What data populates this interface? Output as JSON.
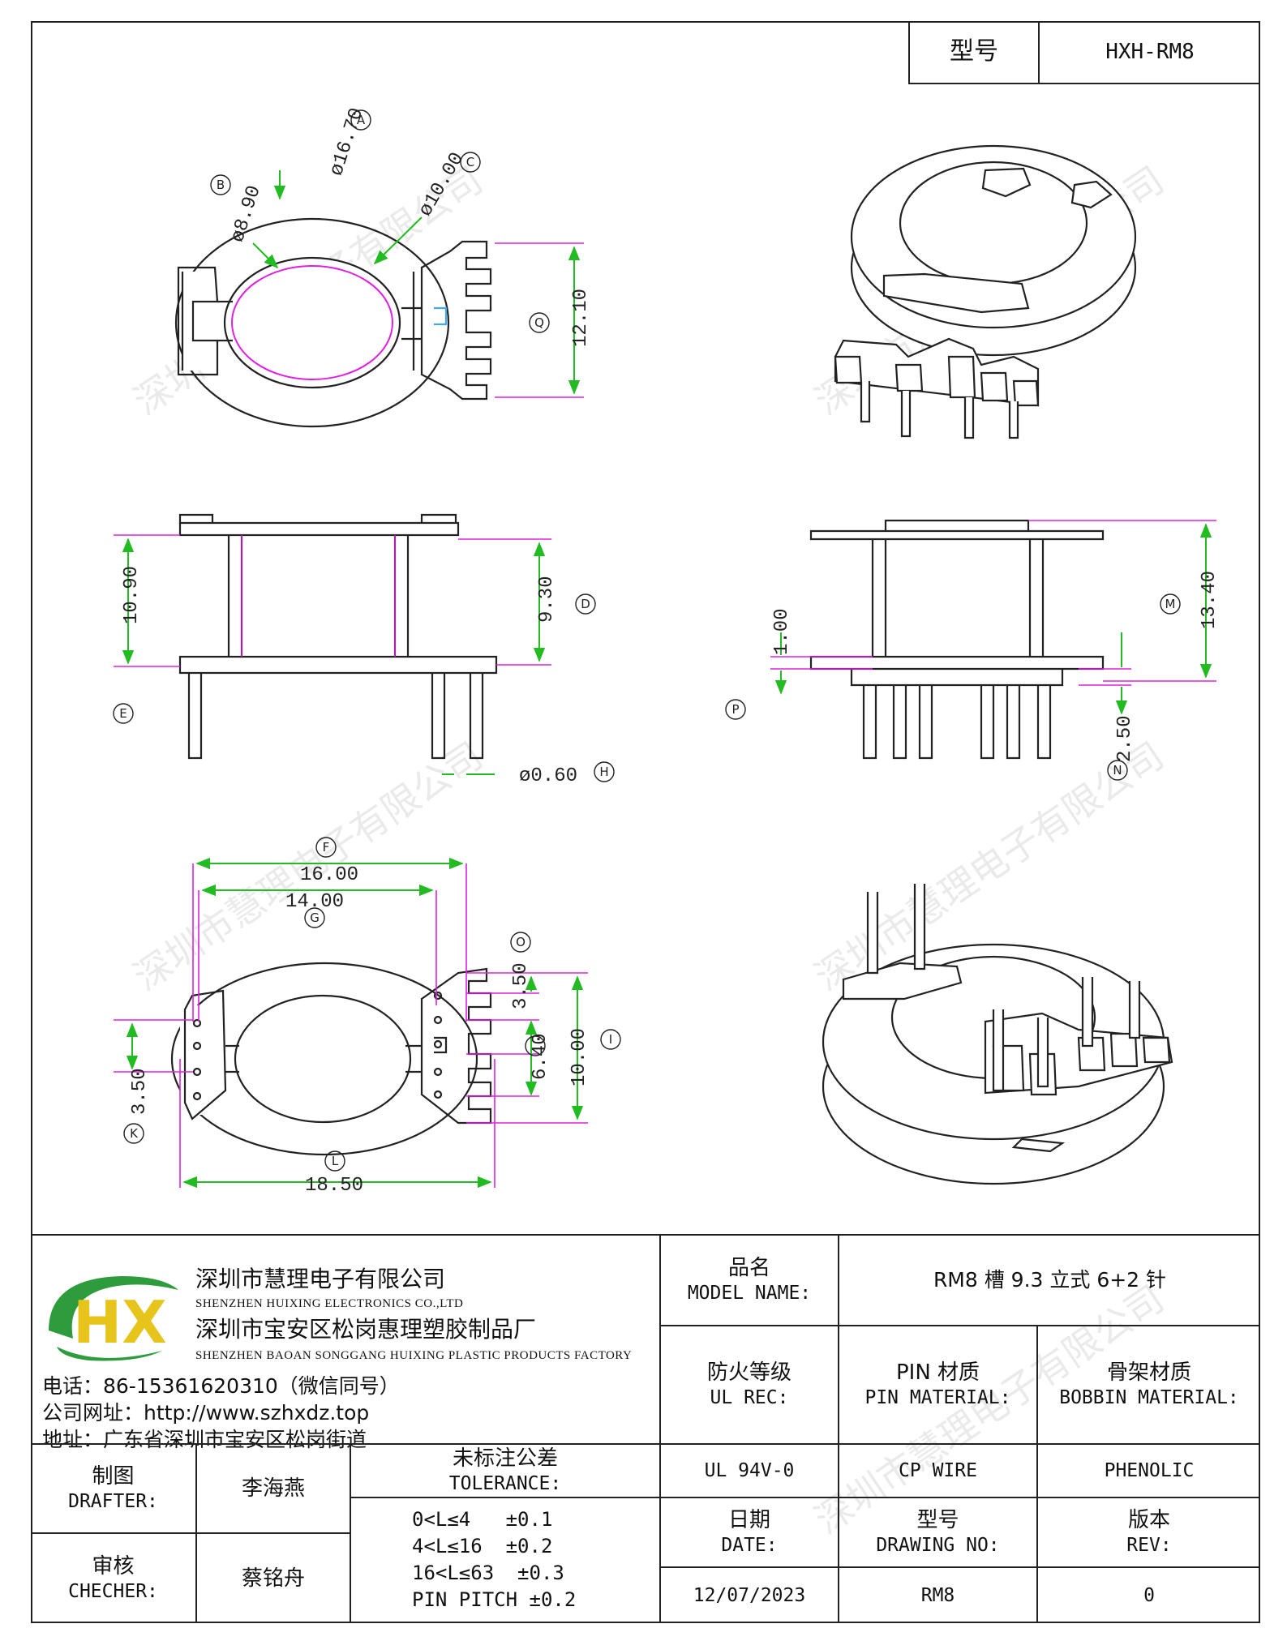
{
  "header": {
    "model_label": "型号",
    "model_value": "HXH-RM8"
  },
  "watermark": "深圳市慧理电子有限公司",
  "drawing": {
    "callouts": {
      "A": "A",
      "B": "B",
      "C": "C",
      "D": "D",
      "E": "E",
      "F": "F",
      "G": "G",
      "H": "H",
      "I": "I",
      "K": "K",
      "L": "L",
      "M": "M",
      "N": "N",
      "O": "O",
      "P": "P",
      "Q": "Q"
    },
    "dims": {
      "A": "ø16.70",
      "B": "ø8.90",
      "C": "ø10.00",
      "Q": "12.10",
      "E": "10.90",
      "D": "9.30",
      "H": "ø0.60",
      "P": "1.00",
      "M": "13.40",
      "N": "2.50",
      "F": "16.00",
      "G": "14.00",
      "O": "3.50",
      "J": "6.40",
      "I": "10.00",
      "K": "3.50",
      "L": "18.50"
    }
  },
  "company": {
    "name_cn": "深圳市慧理电子有限公司",
    "name_en": "SHENZHEN HUIXING ELECTRONICS CO.,LTD",
    "factory_cn": "深圳市宝安区松岗惠理塑胶制品厂",
    "factory_en": "SHENZHEN BAOAN SONGGANG HUIXING PLASTIC PRODUCTS FACTORY",
    "phone": "电话：86-15361620310（微信同号）",
    "website": "公司网址：http://www.szhxdz.top",
    "address": "地址：广东省深圳市宝安区松岗街道",
    "logo_letters": "HX",
    "colors": {
      "green": "#2e9b3c",
      "yellow": "#e7c41b",
      "dim": "#e020e0",
      "arrow": "#22bb22"
    }
  },
  "title_block": {
    "model_name_cn": "品名",
    "model_name_en": "MODEL NAME:",
    "model_name_value": "RM8 槽 9.3 立式 6+2 针",
    "ul_cn": "防火等级",
    "ul_en": "UL REC:",
    "pin_cn": "PIN 材质",
    "pin_en": "PIN MATERIAL:",
    "bobbin_cn": "骨架材质",
    "bobbin_en": "BOBBIN MATERIAL:",
    "drafter_cn": "制图",
    "drafter_en": "DRAFTER:",
    "drafter_name": "李海燕",
    "tol_cn": "未标注公差",
    "tol_en": "TOLERANCE:",
    "ul_value": "UL 94V-0",
    "pin_value": "CP WIRE",
    "bobbin_value": "PHENOLIC",
    "checker_cn": "审核",
    "checker_en": "CHECHER:",
    "checker_name": "蔡铭舟",
    "tol_rows": [
      "0<L≤4   ±0.1",
      "4<L≤16  ±0.2",
      "16<L≤63  ±0.3",
      "PIN PITCH ±0.2"
    ],
    "date_cn": "日期",
    "date_en": "DATE:",
    "date_value": "12/07/2023",
    "dwg_cn": "型号",
    "dwg_en": "DRAWING NO:",
    "dwg_value": "RM8",
    "rev_cn": "版本",
    "rev_en": "REV:",
    "rev_value": "0"
  }
}
